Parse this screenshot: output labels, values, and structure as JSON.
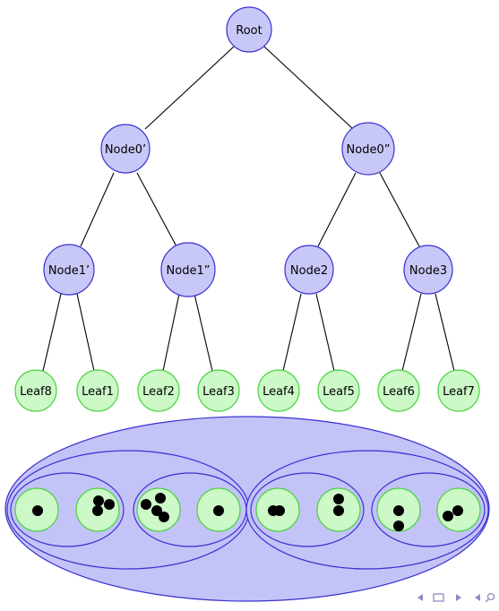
{
  "tree": {
    "root": {
      "label": "Root"
    },
    "level1": [
      {
        "label": "Node0’"
      },
      {
        "label": "Node0”"
      }
    ],
    "level2": [
      {
        "label": "Node1’"
      },
      {
        "label": "Node1”"
      },
      {
        "label": "Node2"
      },
      {
        "label": "Node3"
      }
    ],
    "leaves": [
      {
        "label": "Leaf8",
        "points": 1
      },
      {
        "label": "Leaf1",
        "points": 3
      },
      {
        "label": "Leaf2",
        "points": 4
      },
      {
        "label": "Leaf3",
        "points": 1
      },
      {
        "label": "Leaf4",
        "points": 2
      },
      {
        "label": "Leaf5",
        "points": 2
      },
      {
        "label": "Leaf6",
        "points": 2
      },
      {
        "label": "Leaf7",
        "points": 2
      }
    ]
  },
  "colors": {
    "internal_fill": "#c8c8f8",
    "internal_stroke": "#3a2fd0",
    "leaf_fill": "#cdf8c8",
    "leaf_stroke": "#46d33c",
    "region_fill": "#c3c3f8",
    "region_stroke": "#3a2fd0",
    "edge": "#000000",
    "point": "#000000",
    "nav": "#8a8ac8"
  },
  "nav_icons": [
    "arrow-left-icon",
    "frame-icon",
    "arrow-right-icon",
    "arrow-left-icon",
    "search-icon"
  ]
}
